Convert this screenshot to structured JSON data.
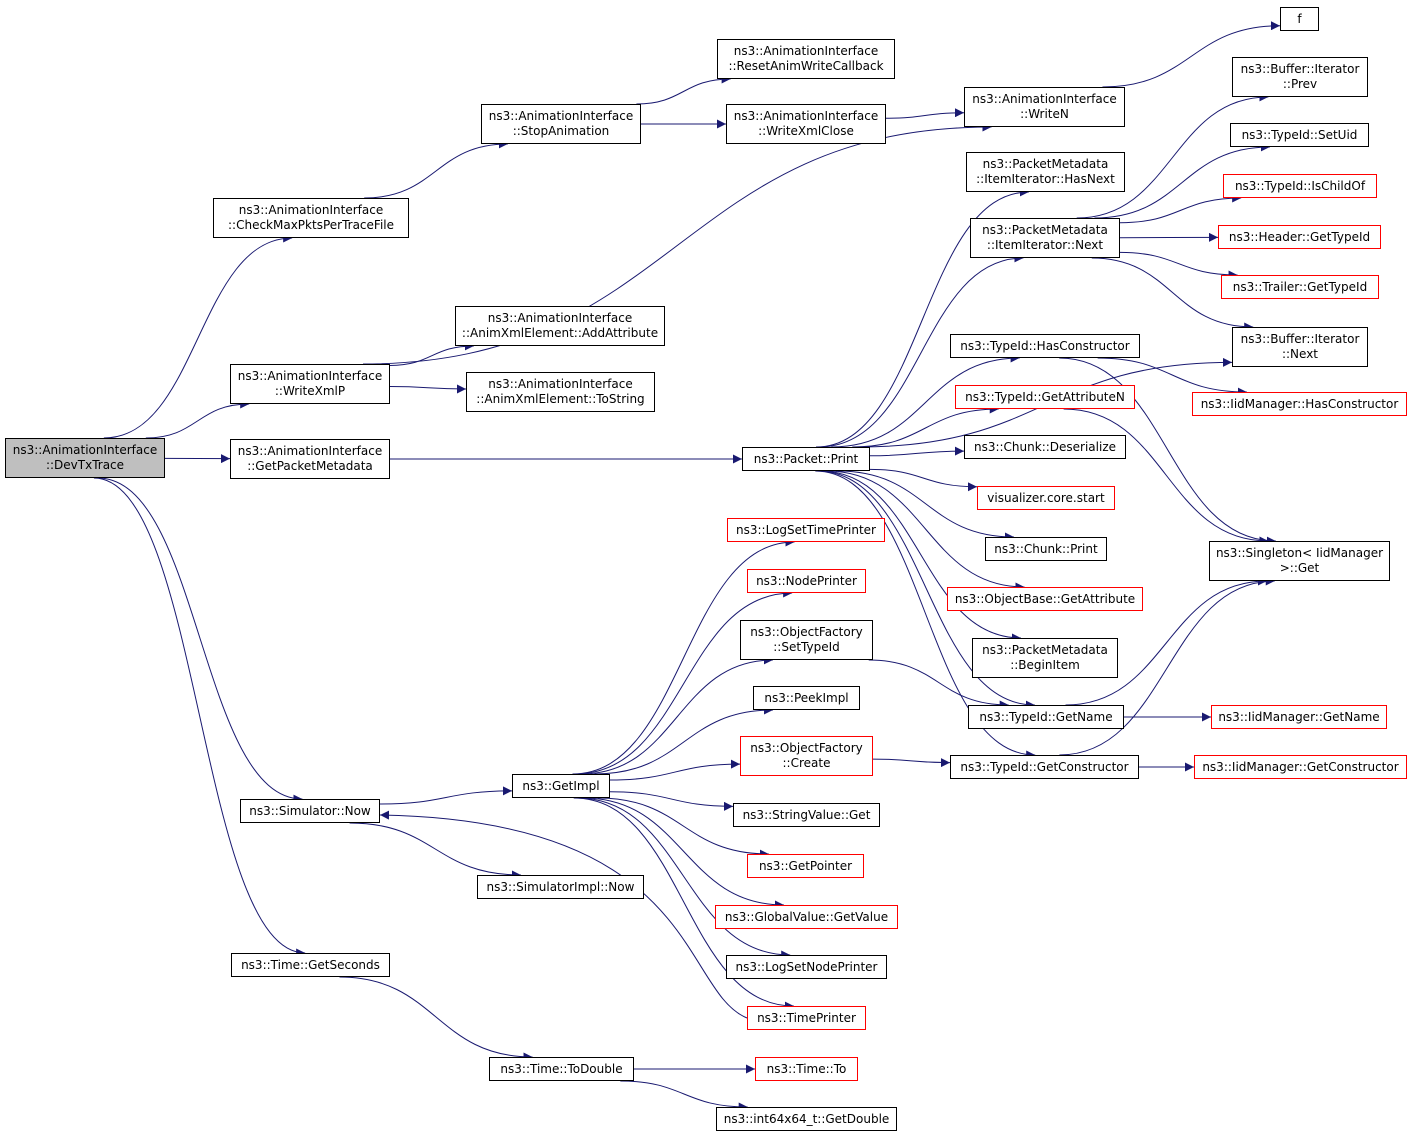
{
  "colors": {
    "edge": "#191970",
    "border": "#000000",
    "truncated_border": "#ff0000",
    "root_fill": "#bfbfbf"
  },
  "nodes": [
    {
      "id": "devtx",
      "lines": [
        "ns3::AnimationInterface",
        "::DevTxTrace"
      ],
      "root": true
    },
    {
      "id": "checkmax",
      "lines": [
        "ns3::AnimationInterface",
        "::CheckMaxPktsPerTraceFile"
      ]
    },
    {
      "id": "stopanim",
      "lines": [
        "ns3::AnimationInterface",
        "::StopAnimation"
      ]
    },
    {
      "id": "resetanim",
      "lines": [
        "ns3::AnimationInterface",
        "::ResetAnimWriteCallback"
      ]
    },
    {
      "id": "writexmlclose",
      "lines": [
        "ns3::AnimationInterface",
        "::WriteXmlClose"
      ]
    },
    {
      "id": "writen",
      "lines": [
        "ns3::AnimationInterface",
        "::WriteN"
      ]
    },
    {
      "id": "f",
      "lines": [
        "f"
      ]
    },
    {
      "id": "writexmlp",
      "lines": [
        "ns3::AnimationInterface",
        "::WriteXmlP"
      ]
    },
    {
      "id": "addattr",
      "lines": [
        "ns3::AnimationInterface",
        "::AnimXmlElement::AddAttribute"
      ]
    },
    {
      "id": "tostring",
      "lines": [
        "ns3::AnimationInterface",
        "::AnimXmlElement::ToString"
      ]
    },
    {
      "id": "getpktmeta",
      "lines": [
        "ns3::AnimationInterface",
        "::GetPacketMetadata"
      ]
    },
    {
      "id": "pktprint",
      "lines": [
        "ns3::Packet::Print"
      ]
    },
    {
      "id": "hasnext",
      "lines": [
        "ns3::PacketMetadata",
        "::ItemIterator::HasNext"
      ]
    },
    {
      "id": "itnext",
      "lines": [
        "ns3::PacketMetadata",
        "::ItemIterator::Next"
      ]
    },
    {
      "id": "bufprev",
      "lines": [
        "ns3::Buffer::Iterator",
        "::Prev"
      ]
    },
    {
      "id": "setuid",
      "lines": [
        "ns3::TypeId::SetUid"
      ]
    },
    {
      "id": "ischildof",
      "lines": [
        "ns3::TypeId::IsChildOf"
      ],
      "truncated": true
    },
    {
      "id": "hdrgettid",
      "lines": [
        "ns3::Header::GetTypeId"
      ],
      "truncated": true
    },
    {
      "id": "trlgettid",
      "lines": [
        "ns3::Trailer::GetTypeId"
      ],
      "truncated": true
    },
    {
      "id": "bufnext",
      "lines": [
        "ns3::Buffer::Iterator",
        "::Next"
      ]
    },
    {
      "id": "hasctor",
      "lines": [
        "ns3::TypeId::HasConstructor"
      ]
    },
    {
      "id": "iidhasctor",
      "lines": [
        "ns3::IidManager::HasConstructor"
      ],
      "truncated": true
    },
    {
      "id": "getattrn",
      "lines": [
        "ns3::TypeId::GetAttributeN"
      ],
      "truncated": true
    },
    {
      "id": "chunkdeser",
      "lines": [
        "ns3::Chunk::Deserialize"
      ]
    },
    {
      "id": "vizstart",
      "lines": [
        "visualizer.core.start"
      ],
      "truncated": true
    },
    {
      "id": "chunkprint",
      "lines": [
        "ns3::Chunk::Print"
      ]
    },
    {
      "id": "singleton",
      "lines": [
        "ns3::Singleton< IidManager",
        "&gt;::Get"
      ]
    },
    {
      "id": "objbaseget",
      "lines": [
        "ns3::ObjectBase::GetAttribute"
      ],
      "truncated": true
    },
    {
      "id": "beginitem",
      "lines": [
        "ns3::PacketMetadata",
        "::BeginItem"
      ]
    },
    {
      "id": "getname",
      "lines": [
        "ns3::TypeId::GetName"
      ]
    },
    {
      "id": "iidgetname",
      "lines": [
        "ns3::IidManager::GetName"
      ],
      "truncated": true
    },
    {
      "id": "getctor",
      "lines": [
        "ns3::TypeId::GetConstructor"
      ]
    },
    {
      "id": "iidgetctor",
      "lines": [
        "ns3::IidManager::GetConstructor"
      ],
      "truncated": true
    },
    {
      "id": "logsettime",
      "lines": [
        "ns3::LogSetTimePrinter"
      ],
      "truncated": true
    },
    {
      "id": "nodeprinter",
      "lines": [
        "ns3::NodePrinter"
      ],
      "truncated": true
    },
    {
      "id": "ofsettid",
      "lines": [
        "ns3::ObjectFactory",
        "::SetTypeId"
      ]
    },
    {
      "id": "peekimpl",
      "lines": [
        "ns3::PeekImpl"
      ]
    },
    {
      "id": "ofcreate",
      "lines": [
        "ns3::ObjectFactory",
        "::Create"
      ],
      "truncated": true
    },
    {
      "id": "getimpl",
      "lines": [
        "ns3::GetImpl"
      ]
    },
    {
      "id": "simnow",
      "lines": [
        "ns3::Simulator::Now"
      ]
    },
    {
      "id": "strvalget",
      "lines": [
        "ns3::StringValue::Get"
      ]
    },
    {
      "id": "getpointer",
      "lines": [
        "ns3::GetPointer"
      ],
      "truncated": true
    },
    {
      "id": "simimplnow",
      "lines": [
        "ns3::SimulatorImpl::Now"
      ]
    },
    {
      "id": "gvgetvalue",
      "lines": [
        "ns3::GlobalValue::GetValue"
      ],
      "truncated": true
    },
    {
      "id": "logsetnode",
      "lines": [
        "ns3::LogSetNodePrinter"
      ]
    },
    {
      "id": "timeprinter",
      "lines": [
        "ns3::TimePrinter"
      ],
      "truncated": true
    },
    {
      "id": "getseconds",
      "lines": [
        "ns3::Time::GetSeconds"
      ]
    },
    {
      "id": "todouble",
      "lines": [
        "ns3::Time::ToDouble"
      ]
    },
    {
      "id": "timeto",
      "lines": [
        "ns3::Time::To"
      ],
      "truncated": true
    },
    {
      "id": "getdouble",
      "lines": [
        "ns3::int64x64_t::GetDouble"
      ]
    }
  ],
  "edges": [
    [
      "devtx",
      "checkmax"
    ],
    [
      "devtx",
      "writexmlp"
    ],
    [
      "devtx",
      "getpktmeta"
    ],
    [
      "devtx",
      "simnow"
    ],
    [
      "devtx",
      "getseconds"
    ],
    [
      "checkmax",
      "stopanim"
    ],
    [
      "stopanim",
      "resetanim"
    ],
    [
      "stopanim",
      "writexmlclose"
    ],
    [
      "writexmlclose",
      "writen"
    ],
    [
      "writen",
      "f"
    ],
    [
      "writexmlp",
      "writen"
    ],
    [
      "writexmlp",
      "addattr"
    ],
    [
      "writexmlp",
      "tostring"
    ],
    [
      "getpktmeta",
      "pktprint"
    ],
    [
      "pktprint",
      "hasnext"
    ],
    [
      "pktprint",
      "itnext"
    ],
    [
      "pktprint",
      "bufnext"
    ],
    [
      "pktprint",
      "hasctor"
    ],
    [
      "pktprint",
      "getattrn"
    ],
    [
      "pktprint",
      "chunkdeser"
    ],
    [
      "pktprint",
      "vizstart"
    ],
    [
      "pktprint",
      "chunkprint"
    ],
    [
      "pktprint",
      "objbaseget"
    ],
    [
      "pktprint",
      "beginitem"
    ],
    [
      "pktprint",
      "getname"
    ],
    [
      "pktprint",
      "getctor"
    ],
    [
      "itnext",
      "bufprev"
    ],
    [
      "itnext",
      "setuid"
    ],
    [
      "itnext",
      "ischildof"
    ],
    [
      "itnext",
      "hdrgettid"
    ],
    [
      "itnext",
      "trlgettid"
    ],
    [
      "itnext",
      "bufnext"
    ],
    [
      "hasctor",
      "iidhasctor"
    ],
    [
      "hasctor",
      "singleton"
    ],
    [
      "getattrn",
      "singleton"
    ],
    [
      "getname",
      "iidgetname"
    ],
    [
      "getname",
      "singleton"
    ],
    [
      "getctor",
      "iidgetctor"
    ],
    [
      "getctor",
      "singleton"
    ],
    [
      "ofsettid",
      "getname"
    ],
    [
      "ofcreate",
      "getctor"
    ],
    [
      "getimpl",
      "logsettime"
    ],
    [
      "getimpl",
      "nodeprinter"
    ],
    [
      "getimpl",
      "ofsettid"
    ],
    [
      "getimpl",
      "peekimpl"
    ],
    [
      "getimpl",
      "ofcreate"
    ],
    [
      "getimpl",
      "strvalget"
    ],
    [
      "getimpl",
      "getpointer"
    ],
    [
      "getimpl",
      "gvgetvalue"
    ],
    [
      "getimpl",
      "logsetnode"
    ],
    [
      "getimpl",
      "timeprinter"
    ],
    [
      "simnow",
      "getimpl"
    ],
    [
      "simnow",
      "simimplnow"
    ],
    [
      "timeprinter",
      "simnow"
    ],
    [
      "getseconds",
      "todouble"
    ],
    [
      "todouble",
      "timeto"
    ],
    [
      "todouble",
      "getdouble"
    ]
  ]
}
